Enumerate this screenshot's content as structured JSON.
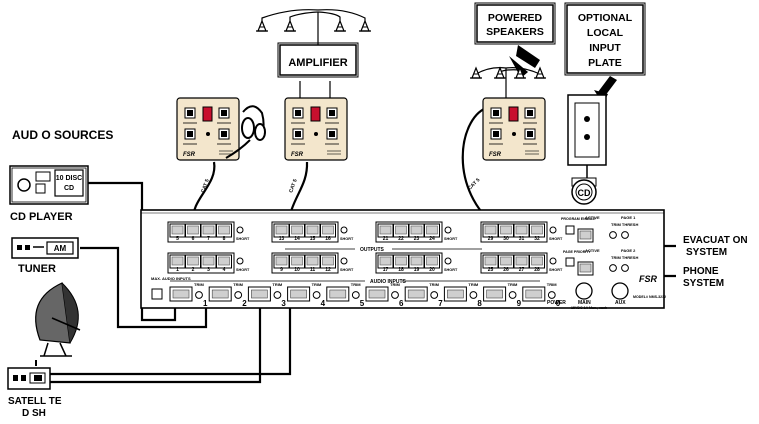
{
  "labels": {
    "audio_sources": "AUD O SOURCES",
    "amplifier": "AMPLIFIER",
    "powered_speakers_1": "POWERED",
    "powered_speakers_2": "SPEAKERS",
    "local_input_1": "OPTIONAL",
    "local_input_2": "LOCAL",
    "local_input_3": "INPUT",
    "local_input_4": "PLATE",
    "cd_player": "CD PLAYER",
    "tuner": "TUNER",
    "satellite_1": "SATELL TE",
    "satellite_2": "D SH",
    "evacuation_1": "EVACUAT ON",
    "evacuation_2": "SYSTEM",
    "phone_1": "PHONE",
    "phone_2": "SYSTEM"
  },
  "devices": {
    "cd_text_1": "10 DISC",
    "cd_text_2": "CD",
    "tuner_display": "AM",
    "local_cd": "CD"
  },
  "wallplates": {
    "brand": "FSR",
    "cat": "CAT 5"
  },
  "chassis": {
    "brand": "FSR",
    "outputs_label": "OUTPUTS",
    "audio_inputs_label": "AUDIO INPUTS",
    "short": "SHORT",
    "trim": "TRIM",
    "max_audio": "MAX. AUDIO INPUTS",
    "power_label": "POWER",
    "main_label": "MAIN",
    "aux_label": "AUX",
    "power_spec": "15VDC 1A Max., each",
    "model": "MODEL# NMS-3232",
    "top_ports": [
      "5",
      "6",
      "7",
      "8",
      "13",
      "14",
      "15",
      "16",
      "21",
      "22",
      "23",
      "24",
      "29",
      "30",
      "31",
      "32"
    ],
    "bottom_ports": [
      "1",
      "2",
      "3",
      "4",
      "9",
      "10",
      "11",
      "12",
      "17",
      "18",
      "19",
      "20",
      "25",
      "26",
      "27",
      "28"
    ],
    "input_numbers": [
      "1",
      "2",
      "3",
      "4",
      "5",
      "6",
      "7",
      "8",
      "9",
      "0"
    ],
    "page1_active": "ACTIVE",
    "page1": "PAGE 1",
    "page2_active": "ACTIVE",
    "page2": "PAGE 2",
    "trim_thresh": "TRIM THRESH",
    "program_enable": "PROGRAM ENABLE",
    "page_priority": "PAGE PRIORITY"
  }
}
